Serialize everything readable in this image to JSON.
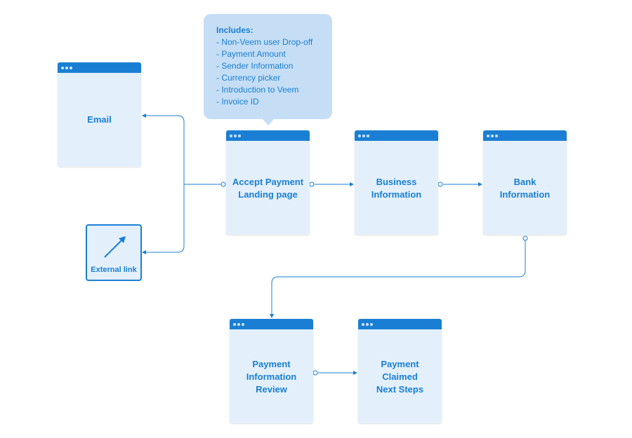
{
  "callout": {
    "title": "Includes:",
    "items": [
      "Non-Veem user Drop-off",
      "Payment Amount",
      "Sender Information",
      "Currency picker",
      "Introduction to Veem",
      "Invoice ID"
    ]
  },
  "nodes": {
    "email": [
      "Email"
    ],
    "accept_payment": [
      "Accept Payment",
      "Landing page"
    ],
    "business_information": [
      "Business",
      "Information"
    ],
    "bank_information": [
      "Bank",
      "Information"
    ],
    "payment_review": [
      "Payment",
      "Information",
      "Review"
    ],
    "payment_claimed": [
      "Payment",
      "Claimed",
      "Next Steps"
    ]
  },
  "external_link": {
    "label": "External link",
    "icon": "arrow-up-right-icon"
  },
  "colors": {
    "accent": "#1a7fd4",
    "node_fill": "#e3f0fc",
    "callout_fill": "#c5def5"
  }
}
